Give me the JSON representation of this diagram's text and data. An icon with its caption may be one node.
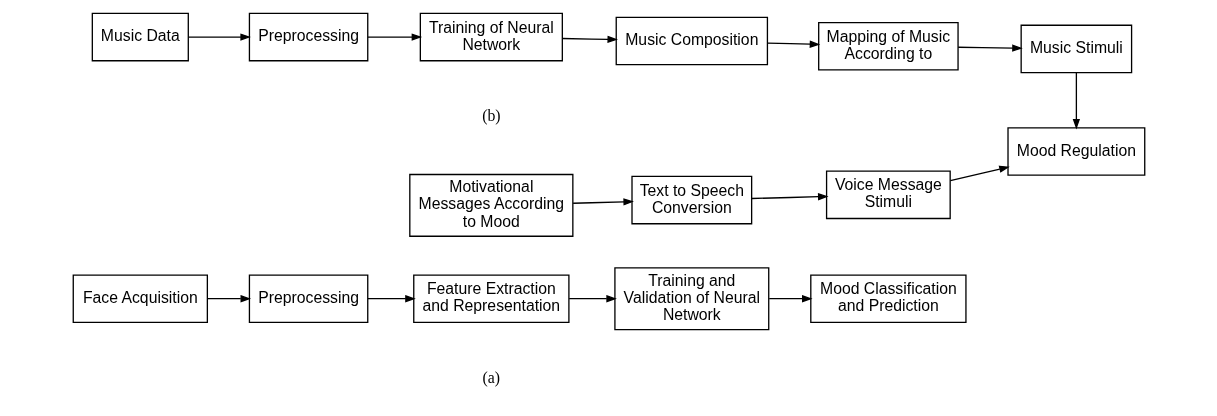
{
  "diagram": {
    "nodes": [
      {
        "text": [
          "Face Acquisition"
        ]
      },
      {
        "text": [
          "Preprocessing"
        ]
      },
      {
        "text": [
          "Feature Extraction and Representation"
        ]
      },
      {
        "text": [
          "Training and Validation of Neural Network"
        ]
      },
      {
        "text": [
          "Mood Classification and Prediction"
        ]
      },
      {
        "text": [
          "Motivational Messages According to Mood"
        ]
      },
      {
        "text": [
          "Text to Speech Conversion"
        ]
      },
      {
        "text": [
          "Voice Message Stimuli"
        ]
      },
      {
        "text": [
          "Mood Regulation"
        ]
      },
      {
        "text": [
          "Music Data"
        ]
      },
      {
        "text": [
          "Preprocessing"
        ]
      },
      {
        "text": [
          "Training of Neural Network"
        ]
      },
      {
        "text": [
          "Music Composition"
        ]
      },
      {
        "text": [
          "Mapping of Music According to"
        ]
      },
      {
        "text": [
          "Music Stimuli"
        ]
      }
    ],
    "edges": [
      {
        "from": 0,
        "to": 1,
        "arrow": "to"
      },
      {
        "from": 1,
        "to": 2,
        "arrow": "to"
      },
      {
        "from": 2,
        "to": 3,
        "arrow": "to"
      },
      {
        "from": 3,
        "to": 4,
        "arrow": "to"
      },
      {
        "from": 5,
        "to": 6,
        "arrow": "to"
      },
      {
        "from": 6,
        "to": 7,
        "arrow": "to"
      },
      {
        "from": 7,
        "to": 8,
        "arrow": "to"
      },
      {
        "from": 9,
        "to": 10,
        "arrow": "to"
      },
      {
        "from": 10,
        "to": 11,
        "arrow": "to"
      },
      {
        "from": 11,
        "to": 12,
        "arrow": "to"
      },
      {
        "from": 12,
        "to": 13,
        "arrow": "to"
      },
      {
        "from": 13,
        "to": 14,
        "arrow": "to"
      },
      {
        "from": 14,
        "to": 8,
        "arrow": "to"
      }
    ],
    "labels": [
      "(a)",
      "(b)"
    ]
  }
}
